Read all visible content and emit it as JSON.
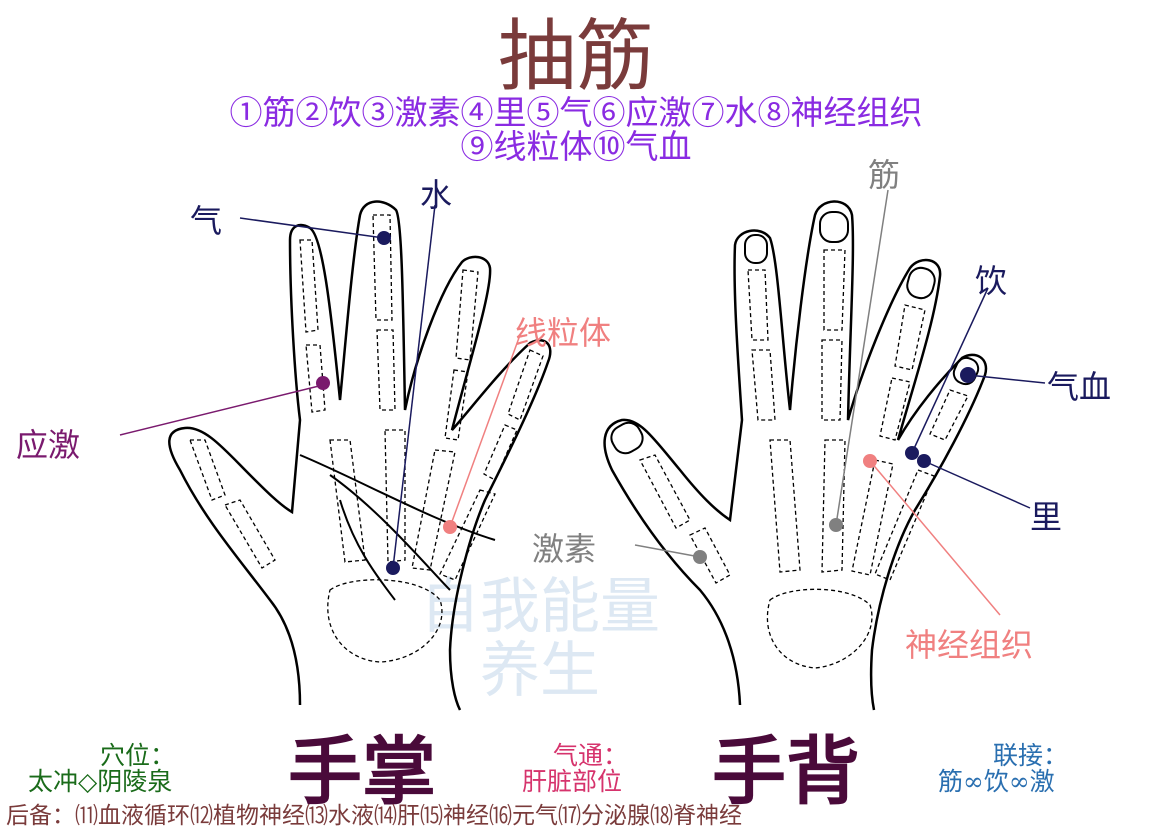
{
  "title": "抽筋",
  "legend_line1": "①筋②饮③激素④里⑤气⑥应激⑦水⑧神经组织",
  "legend_line2": "⑨线粒体⑩气血",
  "watermark": [
    "自我能量",
    "养生"
  ],
  "palm": {
    "caption": "手掌",
    "points": {
      "qi": "气",
      "shui": "水",
      "xianliti": "线粒体",
      "yingji": "应激"
    }
  },
  "back": {
    "caption": "手背",
    "points": {
      "jin": "筋",
      "yin": "饮",
      "qixue": "气血",
      "li": "里",
      "jisu": "激素",
      "shenjing": "神经组织"
    }
  },
  "acupoint": {
    "label": "穴位：",
    "value": "太冲◇阴陵泉"
  },
  "qitong": {
    "label": "气通：",
    "value": "肝脏部位"
  },
  "lianjie": {
    "label": "联接：",
    "value": "筋∞饮∞激"
  },
  "footer": "后备：⑾血液循环⑿植物神经⒀水液⒁肝⒂神经⒃元气⒄分泌腺⒅脊神经",
  "colors": {
    "title": "#7a3b3b",
    "legend": "#8a2be2",
    "navy": "#1a1a5e",
    "purple": "#7a1a6e",
    "pink": "#f08080",
    "gray": "#808080",
    "green": "#1a6b1a",
    "magenta": "#d6336c",
    "blue": "#2a6fb0"
  }
}
